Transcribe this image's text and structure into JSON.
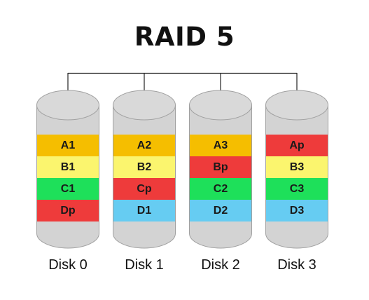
{
  "title": "RAID 5",
  "colors": {
    "yellow_orange": "#f5be00",
    "light_yellow": "#fbf56e",
    "green": "#1ee05a",
    "red": "#ee3b3b",
    "blue": "#66ccf2",
    "cylinder_fill": "#d3d3d3",
    "cylinder_stroke": "#a0a0a0",
    "connector": "#222222"
  },
  "disks": [
    {
      "label": "Disk 0",
      "blocks": [
        {
          "text": "A1",
          "color": "#f5be00"
        },
        {
          "text": "B1",
          "color": "#fbf56e"
        },
        {
          "text": "C1",
          "color": "#1ee05a"
        },
        {
          "text": "Dp",
          "color": "#ee3b3b"
        }
      ]
    },
    {
      "label": "Disk 1",
      "blocks": [
        {
          "text": "A2",
          "color": "#f5be00"
        },
        {
          "text": "B2",
          "color": "#fbf56e"
        },
        {
          "text": "Cp",
          "color": "#ee3b3b"
        },
        {
          "text": "D1",
          "color": "#66ccf2"
        }
      ]
    },
    {
      "label": "Disk 2",
      "blocks": [
        {
          "text": "A3",
          "color": "#f5be00"
        },
        {
          "text": "Bp",
          "color": "#ee3b3b"
        },
        {
          "text": "C2",
          "color": "#1ee05a"
        },
        {
          "text": "D2",
          "color": "#66ccf2"
        }
      ]
    },
    {
      "label": "Disk 3",
      "blocks": [
        {
          "text": "Ap",
          "color": "#ee3b3b"
        },
        {
          "text": "B3",
          "color": "#fbf56e"
        },
        {
          "text": "C3",
          "color": "#1ee05a"
        },
        {
          "text": "D3",
          "color": "#66ccf2"
        }
      ]
    }
  ]
}
